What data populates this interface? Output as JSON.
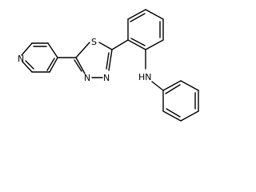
{
  "atom_labels": {
    "pyridine_n": "N",
    "thiadiazole_s": "S",
    "thiadiazole_n3": "N",
    "thiadiazole_n4": "N",
    "amine_hn": "HN"
  }
}
